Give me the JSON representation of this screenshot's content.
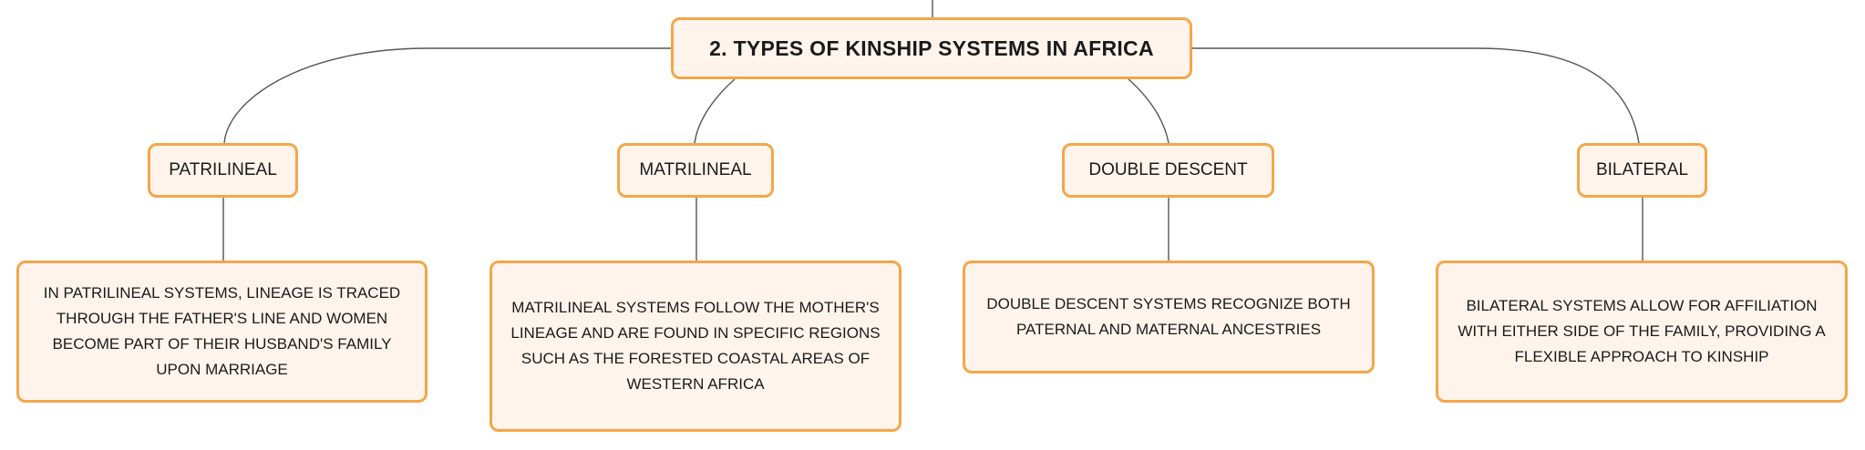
{
  "colors": {
    "node_fill": "#fff4ec",
    "node_border": "#f4a64a",
    "edge": "#555555",
    "text": "#1a1a1a"
  },
  "root": {
    "title": "2. TYPES OF KINSHIP SYSTEMS IN AFRICA"
  },
  "branches": [
    {
      "label": "PATRILINEAL",
      "description": "IN PATRILINEAL SYSTEMS, LINEAGE IS TRACED THROUGH THE FATHER'S LINE AND WOMEN BECOME PART OF THEIR HUSBAND'S FAMILY UPON MARRIAGE"
    },
    {
      "label": "MATRILINEAL",
      "description": "MATRILINEAL SYSTEMS FOLLOW THE MOTHER'S LINEAGE AND ARE FOUND IN SPECIFIC REGIONS SUCH AS THE FORESTED COASTAL AREAS OF WESTERN AFRICA"
    },
    {
      "label": "DOUBLE DESCENT",
      "description": "DOUBLE DESCENT SYSTEMS RECOGNIZE BOTH PATERNAL AND MATERNAL ANCESTRIES"
    },
    {
      "label": "BILATERAL",
      "description": "BILATERAL SYSTEMS ALLOW FOR AFFILIATION WITH EITHER SIDE OF THE FAMILY, PROVIDING A FLEXIBLE APPROACH TO KINSHIP"
    }
  ]
}
